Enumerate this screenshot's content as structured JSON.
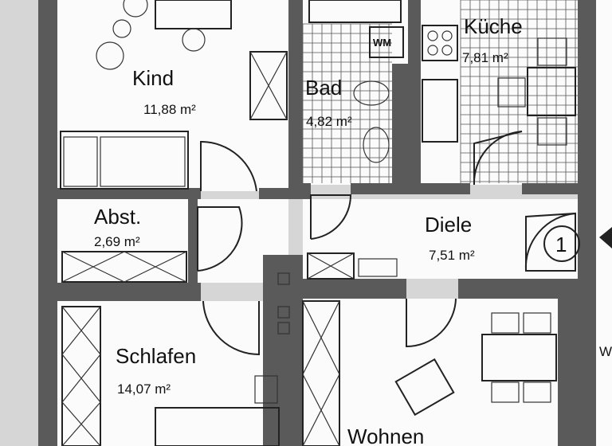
{
  "rooms": {
    "kind": {
      "name": "Kind",
      "area": "11,88 m²"
    },
    "bad": {
      "name": "Bad",
      "area": "4,82 m²"
    },
    "kueche": {
      "name": "Küche",
      "area": "7,81 m²"
    },
    "abst": {
      "name": "Abst.",
      "area": "2,69 m²"
    },
    "diele": {
      "name": "Diele",
      "area": "7,51 m²"
    },
    "schlafen": {
      "name": "Schlafen",
      "area": "14,07 m²"
    },
    "wohnen": {
      "name": "Wohnen"
    }
  },
  "labels": {
    "wm": "WM",
    "entrance_number": "1",
    "edge_letter": "W"
  },
  "colors": {
    "wall": "#5a5a5a",
    "paper": "#d6d6d6",
    "floor": "#fbfbfb"
  }
}
